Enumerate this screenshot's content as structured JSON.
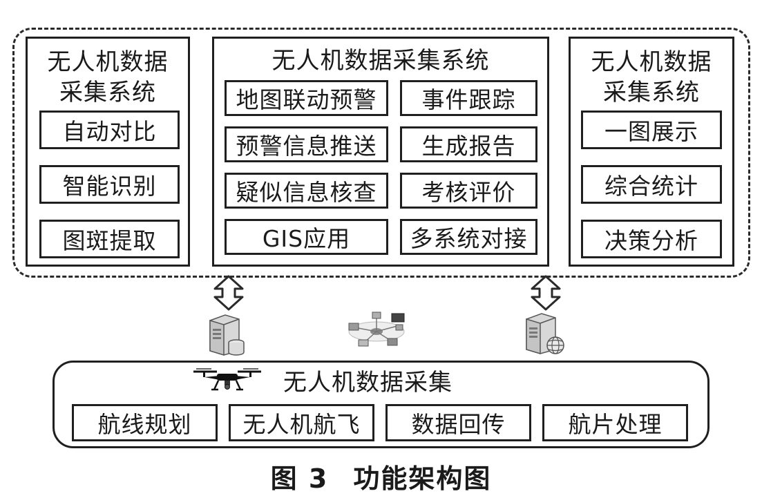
{
  "left_panel": {
    "title_line1": "无人机数据",
    "title_line2": "采集系统",
    "items": [
      "自动对比",
      "智能识别",
      "图斑提取"
    ]
  },
  "middle_panel": {
    "title": "无人机数据采集系统",
    "items_left": [
      "地图联动预警",
      "预警信息推送",
      "疑似信息核查",
      "GIS应用"
    ],
    "items_right": [
      "事件跟踪",
      "生成报告",
      "考核评价",
      "多系统对接"
    ]
  },
  "right_panel": {
    "title_line1": "无人机数据",
    "title_line2": "采集系统",
    "items": [
      "一图展示",
      "综合统计",
      "决策分析"
    ]
  },
  "bottom_panel": {
    "title": "无人机数据采集",
    "items": [
      "航线规划",
      "无人机航飞",
      "数据回传",
      "航片处理"
    ]
  },
  "caption": {
    "figure_number": "图 3",
    "title": "功能架构图"
  },
  "icons": {
    "left_server": "database-server-icon",
    "network": "network-devices-icon",
    "right_server": "web-server-icon",
    "drone": "drone-icon",
    "arrows": "double-arrow-icon"
  }
}
